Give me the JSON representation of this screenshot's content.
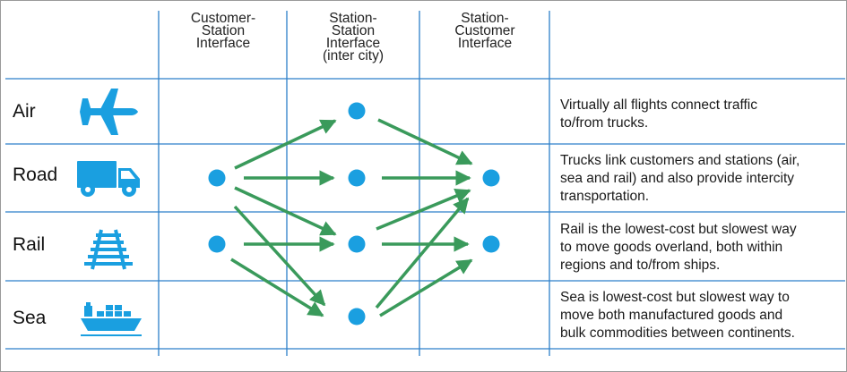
{
  "colors": {
    "grid": "#2c7fc9",
    "node": "#1a9fe0",
    "arrow": "#3a9a5b",
    "icon": "#1a9fe0"
  },
  "headers": [
    {
      "lines": [
        "Customer-",
        "Station",
        "Interface"
      ]
    },
    {
      "lines": [
        "Station-",
        "Station",
        "Interface",
        "(inter city)"
      ]
    },
    {
      "lines": [
        "Station-",
        "Customer",
        "Interface"
      ]
    }
  ],
  "modes": [
    {
      "name": "Air",
      "icon": "airplane-icon",
      "desc": [
        "Virtually all flights connect traffic",
        "to/from trucks."
      ]
    },
    {
      "name": "Road",
      "icon": "truck-icon",
      "desc": [
        "Trucks link customers and stations (air,",
        "sea and rail) and also provide intercity",
        "transportation."
      ]
    },
    {
      "name": "Rail",
      "icon": "railway-track-icon",
      "desc": [
        "Rail is the lowest-cost but slowest way",
        "to move goods overland, both within",
        "regions and to/from ships."
      ]
    },
    {
      "name": "Sea",
      "icon": "cargo-ship-icon",
      "desc": [
        "Sea is lowest-cost but slowest way to",
        "move both manufactured goods and",
        "bulk commodities between continents."
      ]
    }
  ]
}
